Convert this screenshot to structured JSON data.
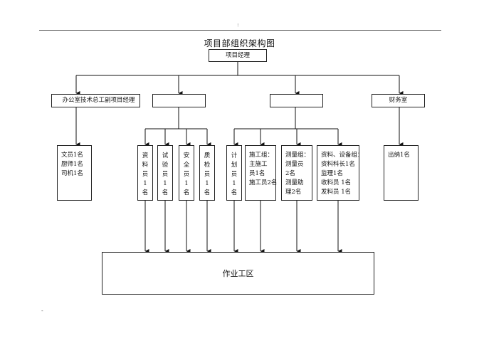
{
  "page": {
    "page_mark": ":",
    "corner_mark": "-"
  },
  "title": "项目部组织架构图",
  "nodes": {
    "project_manager": "项目经理",
    "office": "办公室技术总工副项目经理",
    "dept2": "",
    "dept3": "",
    "finance": "财务室",
    "work_area": "作业工区"
  },
  "staff": {
    "office_staff": [
      "文员1名",
      "厨师1名",
      "司机1名"
    ],
    "data_clerk": [
      "资",
      "料",
      "员",
      "1",
      "名"
    ],
    "tester": [
      "试",
      "验",
      "员",
      "1",
      "名"
    ],
    "safety": [
      "安",
      "全",
      "员",
      "1",
      "名"
    ],
    "quality": [
      "质",
      "检",
      "员",
      "1",
      "名"
    ],
    "planner": [
      "计",
      "划",
      "员",
      "1",
      "名"
    ],
    "construction": [
      "施工组：",
      "主施工",
      "员1名",
      "施工员2名"
    ],
    "survey": [
      "测量组：",
      "测量员",
      "2名",
      "测量助",
      "理2名"
    ],
    "materials": [
      "资料、设备组：",
      "资料科长1名",
      "监理1名",
      "收料员 1名",
      "发料员 1名"
    ],
    "cashier": [
      "出纳1名"
    ]
  }
}
